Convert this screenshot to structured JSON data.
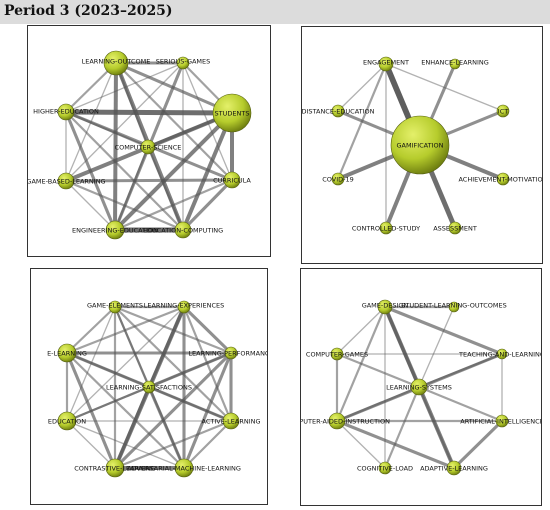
{
  "header": {
    "title": "Period 3 (2023–2025)"
  },
  "colors": {
    "node_fill_light": "#e4f06a",
    "node_fill_mid": "#b6cc2c",
    "node_fill_dark": "#6f7f10",
    "node_stroke": "#556010",
    "edge": "#555555"
  },
  "networks": [
    {
      "id": "top-left",
      "nodes": [
        {
          "id": "lo",
          "label": "LEARNING-OUTCOME"
        },
        {
          "id": "sg",
          "label": "SERIOUS-GAMES"
        },
        {
          "id": "he",
          "label": "HIGHER-EDUCATION"
        },
        {
          "id": "st",
          "label": "STUDENTS"
        },
        {
          "id": "cs",
          "label": "COMPUTER-SCIENCE"
        },
        {
          "id": "gbl",
          "label": "GAME-BASED-LEARNING"
        },
        {
          "id": "cu",
          "label": "CURRICULA"
        },
        {
          "id": "ee",
          "label": "ENGINEERING-EDUCATION"
        },
        {
          "id": "ec",
          "label": "EDUCATION-COMPUTING"
        }
      ],
      "edges": [
        {
          "s": "lo",
          "t": "sg",
          "w": 3
        },
        {
          "s": "lo",
          "t": "he",
          "w": 2
        },
        {
          "s": "lo",
          "t": "st",
          "w": 3
        },
        {
          "s": "lo",
          "t": "cs",
          "w": 2
        },
        {
          "s": "lo",
          "t": "gbl",
          "w": 1
        },
        {
          "s": "lo",
          "t": "cu",
          "w": 2
        },
        {
          "s": "lo",
          "t": "ee",
          "w": 4
        },
        {
          "s": "lo",
          "t": "ec",
          "w": 4
        },
        {
          "s": "sg",
          "t": "he",
          "w": 1
        },
        {
          "s": "sg",
          "t": "st",
          "w": 2
        },
        {
          "s": "sg",
          "t": "ee",
          "w": 3
        },
        {
          "s": "sg",
          "t": "gbl",
          "w": 1
        },
        {
          "s": "sg",
          "t": "ec",
          "w": 1
        },
        {
          "s": "sg",
          "t": "cu",
          "w": 1
        },
        {
          "s": "he",
          "t": "st",
          "w": 5
        },
        {
          "s": "he",
          "t": "gbl",
          "w": 1
        },
        {
          "s": "he",
          "t": "cs",
          "w": 2
        },
        {
          "s": "he",
          "t": "cu",
          "w": 3
        },
        {
          "s": "he",
          "t": "ee",
          "w": 3
        },
        {
          "s": "he",
          "t": "ec",
          "w": 2
        },
        {
          "s": "st",
          "t": "cs",
          "w": 3
        },
        {
          "s": "st",
          "t": "gbl",
          "w": 4
        },
        {
          "s": "st",
          "t": "cu",
          "w": 4
        },
        {
          "s": "st",
          "t": "ee",
          "w": 4
        },
        {
          "s": "st",
          "t": "ec",
          "w": 4
        },
        {
          "s": "gbl",
          "t": "cu",
          "w": 3
        },
        {
          "s": "gbl",
          "t": "ec",
          "w": 2
        },
        {
          "s": "gbl",
          "t": "ee",
          "w": 1
        },
        {
          "s": "cu",
          "t": "ee",
          "w": 2
        },
        {
          "s": "cu",
          "t": "ec",
          "w": 3
        },
        {
          "s": "ee",
          "t": "ec",
          "w": 5
        },
        {
          "s": "cs",
          "t": "ee",
          "w": 2
        },
        {
          "s": "cs",
          "t": "ec",
          "w": 2
        }
      ]
    },
    {
      "id": "top-right",
      "nodes": [
        {
          "id": "eng",
          "label": "ENGAGEMENT"
        },
        {
          "id": "enh",
          "label": "ENHANCE-LEARNING"
        },
        {
          "id": "dist",
          "label": "DISTANCE-EDUCATION"
        },
        {
          "id": "ict",
          "label": "ICT"
        },
        {
          "id": "gam",
          "label": "GAMIFICATION"
        },
        {
          "id": "cov",
          "label": "COVID-19"
        },
        {
          "id": "ach",
          "label": "ACHIEVEMENT-MOTIVATION"
        },
        {
          "id": "ctl",
          "label": "CONTROLLED-STUDY"
        },
        {
          "id": "ass",
          "label": "ASSESSMENT"
        }
      ],
      "edges": [
        {
          "s": "gam",
          "t": "eng",
          "w": 6
        },
        {
          "s": "gam",
          "t": "enh",
          "w": 3
        },
        {
          "s": "gam",
          "t": "dist",
          "w": 3
        },
        {
          "s": "gam",
          "t": "ict",
          "w": 3
        },
        {
          "s": "gam",
          "t": "cov",
          "w": 4
        },
        {
          "s": "gam",
          "t": "ach",
          "w": 4
        },
        {
          "s": "gam",
          "t": "ctl",
          "w": 4
        },
        {
          "s": "gam",
          "t": "ass",
          "w": 5
        },
        {
          "s": "eng",
          "t": "ict",
          "w": 1
        },
        {
          "s": "eng",
          "t": "cov",
          "w": 2
        },
        {
          "s": "eng",
          "t": "ctl",
          "w": 1
        },
        {
          "s": "eng",
          "t": "dist",
          "w": 1
        }
      ]
    },
    {
      "id": "bottom-left",
      "nodes": [
        {
          "id": "ge",
          "label": "GAME-ELEMENTS"
        },
        {
          "id": "lx",
          "label": "LEARNING-EXPERIENCES"
        },
        {
          "id": "el",
          "label": "E-LEARNING"
        },
        {
          "id": "lp",
          "label": "LEARNING-PERFORMANCE"
        },
        {
          "id": "ls",
          "label": "LEARNING-SATISFACTIONS"
        },
        {
          "id": "ed",
          "label": "EDUCATION"
        },
        {
          "id": "al",
          "label": "ACTIVE-LEARNING"
        },
        {
          "id": "cl",
          "label": "CONTRASTIVE-LEARNING"
        },
        {
          "id": "aml",
          "label": "ADVERSARIAL-MACHINE-LEARNING"
        }
      ],
      "edges": [
        {
          "s": "ge",
          "t": "lx",
          "w": 2
        },
        {
          "s": "ge",
          "t": "el",
          "w": 2
        },
        {
          "s": "ge",
          "t": "lp",
          "w": 2
        },
        {
          "s": "ge",
          "t": "ls",
          "w": 2
        },
        {
          "s": "ge",
          "t": "ed",
          "w": 1
        },
        {
          "s": "ge",
          "t": "al",
          "w": 2
        },
        {
          "s": "ge",
          "t": "cl",
          "w": 2
        },
        {
          "s": "ge",
          "t": "aml",
          "w": 2
        },
        {
          "s": "lx",
          "t": "el",
          "w": 2
        },
        {
          "s": "lx",
          "t": "lp",
          "w": 3
        },
        {
          "s": "lx",
          "t": "ls",
          "w": 3
        },
        {
          "s": "lx",
          "t": "ed",
          "w": 1
        },
        {
          "s": "lx",
          "t": "al",
          "w": 2
        },
        {
          "s": "lx",
          "t": "cl",
          "w": 4
        },
        {
          "s": "lx",
          "t": "aml",
          "w": 3
        },
        {
          "s": "el",
          "t": "lp",
          "w": 3
        },
        {
          "s": "el",
          "t": "ls",
          "w": 3
        },
        {
          "s": "el",
          "t": "ed",
          "w": 2
        },
        {
          "s": "el",
          "t": "al",
          "w": 2
        },
        {
          "s": "el",
          "t": "cl",
          "w": 3
        },
        {
          "s": "el",
          "t": "aml",
          "w": 2
        },
        {
          "s": "lp",
          "t": "ls",
          "w": 3
        },
        {
          "s": "lp",
          "t": "ed",
          "w": 2
        },
        {
          "s": "lp",
          "t": "al",
          "w": 3
        },
        {
          "s": "lp",
          "t": "cl",
          "w": 3
        },
        {
          "s": "lp",
          "t": "aml",
          "w": 3
        },
        {
          "s": "ls",
          "t": "ed",
          "w": 2
        },
        {
          "s": "ls",
          "t": "al",
          "w": 3
        },
        {
          "s": "ls",
          "t": "cl",
          "w": 3
        },
        {
          "s": "ls",
          "t": "aml",
          "w": 3
        },
        {
          "s": "ed",
          "t": "al",
          "w": 1
        },
        {
          "s": "ed",
          "t": "cl",
          "w": 1
        },
        {
          "s": "ed",
          "t": "aml",
          "w": 1
        },
        {
          "s": "al",
          "t": "cl",
          "w": 2
        },
        {
          "s": "al",
          "t": "aml",
          "w": 2
        },
        {
          "s": "cl",
          "t": "aml",
          "w": 4
        }
      ]
    },
    {
      "id": "bottom-right",
      "nodes": [
        {
          "id": "gd",
          "label": "GAME-DESIGN"
        },
        {
          "id": "slo",
          "label": "STUDENT-LEARNING-OUTCOMES"
        },
        {
          "id": "cg",
          "label": "COMPUTER-GAMES"
        },
        {
          "id": "tl",
          "label": "TEACHING-AND-LEARNING"
        },
        {
          "id": "lsy",
          "label": "LEARNING-SYSTEMS"
        },
        {
          "id": "cai",
          "label": "COMPUTER-AIDED-INSTRUCTION"
        },
        {
          "id": "ai",
          "label": "ARTIFICIAL-INTELLIGENCE"
        },
        {
          "id": "cog",
          "label": "COGNITIVE-LOAD"
        },
        {
          "id": "adl",
          "label": "ADAPTIVE-LEARNING"
        }
      ],
      "edges": [
        {
          "s": "gd",
          "t": "slo",
          "w": 2
        },
        {
          "s": "gd",
          "t": "cg",
          "w": 1
        },
        {
          "s": "gd",
          "t": "lsy",
          "w": 3
        },
        {
          "s": "gd",
          "t": "tl",
          "w": 3
        },
        {
          "s": "gd",
          "t": "cai",
          "w": 2
        },
        {
          "s": "gd",
          "t": "adl",
          "w": 4
        },
        {
          "s": "gd",
          "t": "cog",
          "w": 1
        },
        {
          "s": "slo",
          "t": "lsy",
          "w": 1
        },
        {
          "s": "cg",
          "t": "lsy",
          "w": 2
        },
        {
          "s": "cg",
          "t": "cai",
          "w": 2
        },
        {
          "s": "tl",
          "t": "lsy",
          "w": 2
        },
        {
          "s": "tl",
          "t": "cai",
          "w": 3
        },
        {
          "s": "tl",
          "t": "ai",
          "w": 1
        },
        {
          "s": "lsy",
          "t": "cai",
          "w": 2
        },
        {
          "s": "lsy",
          "t": "ai",
          "w": 2
        },
        {
          "s": "lsy",
          "t": "cog",
          "w": 2
        },
        {
          "s": "lsy",
          "t": "adl",
          "w": 2
        },
        {
          "s": "cai",
          "t": "ai",
          "w": 2
        },
        {
          "s": "cai",
          "t": "cog",
          "w": 1
        },
        {
          "s": "cai",
          "t": "adl",
          "w": 3
        },
        {
          "s": "ai",
          "t": "adl",
          "w": 3
        },
        {
          "s": "cg",
          "t": "tl",
          "w": 1
        }
      ]
    }
  ]
}
